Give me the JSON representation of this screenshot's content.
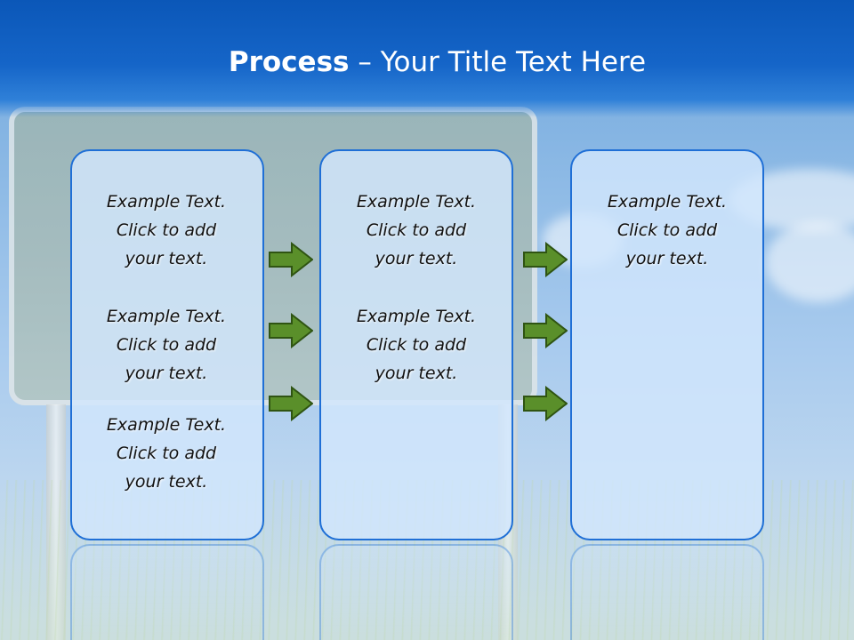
{
  "title": {
    "bold": "Process",
    "rest": "– Your Title Text Here"
  },
  "colors": {
    "header": "#1565c8",
    "box_border": "#1f6fd6",
    "arrow_fill": "#5a8f2a"
  },
  "columns": [
    {
      "blocks": [
        [
          "Example Text.",
          "Click  to add",
          "your text."
        ],
        [
          "Example Text.",
          "Click  to add",
          "your text."
        ],
        [
          "Example Text.",
          "Click  to add",
          "your text."
        ]
      ]
    },
    {
      "blocks": [
        [
          "Example Text.",
          "Click  to add",
          "your text."
        ],
        [
          "Example Text.",
          "Click  to add",
          "your text."
        ]
      ]
    },
    {
      "blocks": [
        [
          "Example Text.",
          "Click  to add",
          "your text."
        ]
      ]
    }
  ]
}
